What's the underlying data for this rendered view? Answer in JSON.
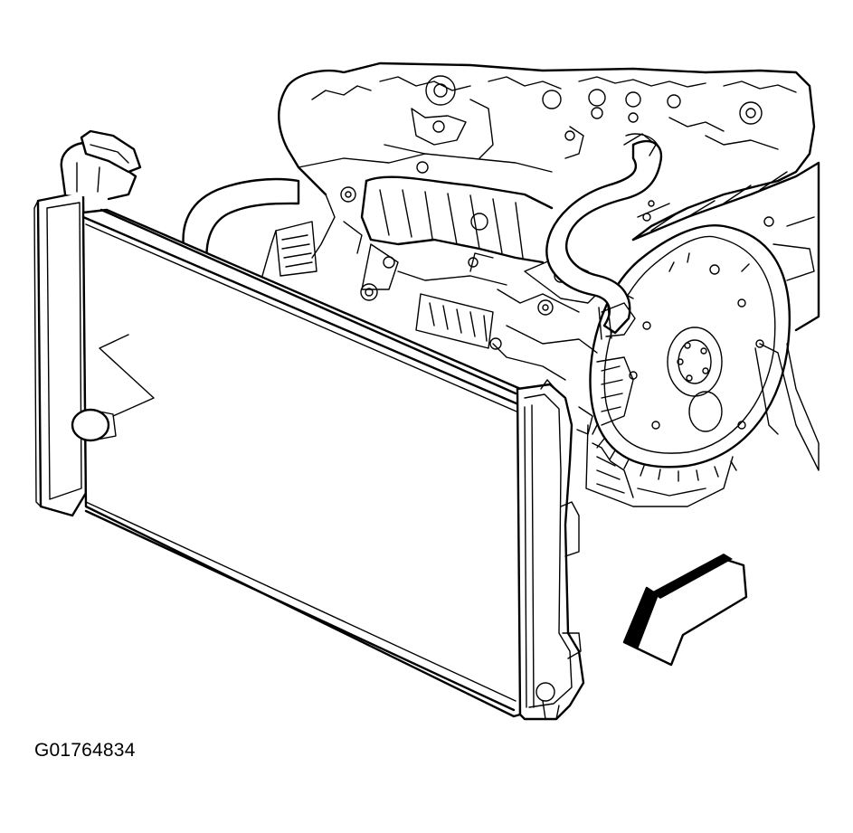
{
  "figure": {
    "id_label": "G01764834"
  },
  "colors": {
    "line": "#000000",
    "background": "#ffffff"
  },
  "parts": [
    {
      "icon": "engine-block"
    },
    {
      "icon": "upper-radiator-hose"
    },
    {
      "icon": "lower-radiator-hose"
    },
    {
      "icon": "radiator"
    },
    {
      "icon": "radiator-filler-neck"
    },
    {
      "icon": "flywheel"
    },
    {
      "icon": "direction-arrow"
    }
  ]
}
